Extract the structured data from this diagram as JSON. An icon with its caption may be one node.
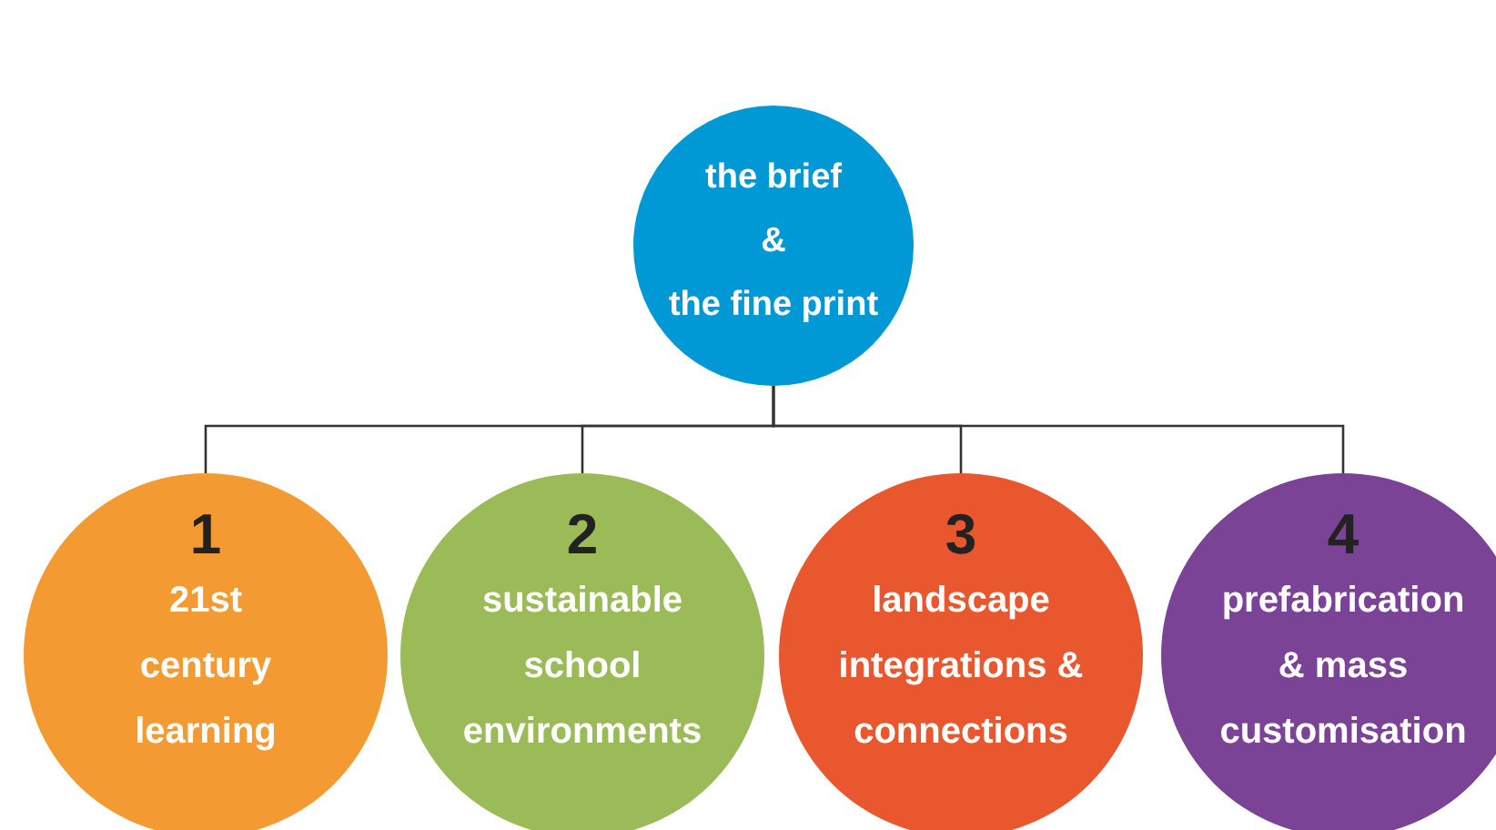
{
  "diagram": {
    "nodes": [
      {
        "text": [
          "the brief",
          "&",
          "the fine print"
        ]
      },
      {
        "text": [
          "1",
          "21st century learning"
        ]
      },
      {
        "text": [
          "2",
          "sustainable school environments"
        ]
      },
      {
        "text": [
          "3",
          "landscape integrations & connections"
        ]
      },
      {
        "text": [
          "4",
          "prefabrication & mass customisation"
        ]
      }
    ],
    "edges": [
      {
        "from": 0,
        "to": 1,
        "arrow": "none"
      },
      {
        "from": 0,
        "to": 2,
        "arrow": "none"
      },
      {
        "from": 0,
        "to": 3,
        "arrow": "none"
      },
      {
        "from": 0,
        "to": 4,
        "arrow": "none"
      }
    ]
  }
}
